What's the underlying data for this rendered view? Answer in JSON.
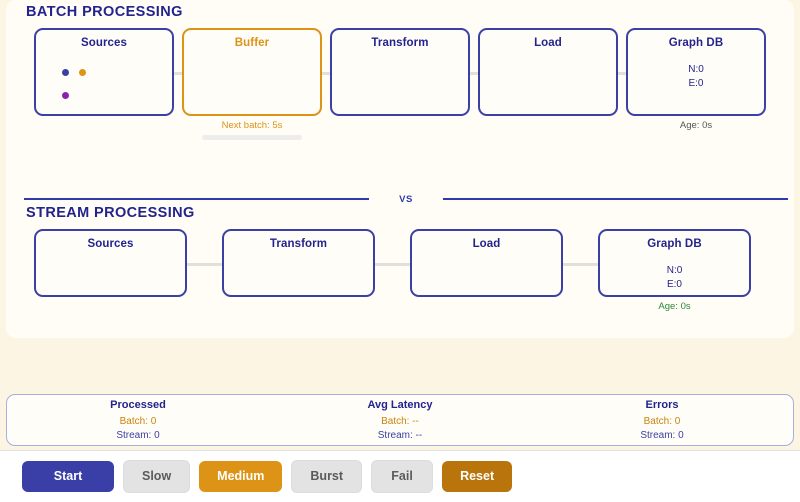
{
  "batch": {
    "title": "BATCH PROCESSING",
    "nodes": [
      {
        "label": "Sources",
        "kind": "sources",
        "highlight": false,
        "dots": [
          {
            "name": "source-dot-blue",
            "color": "#3b40a4"
          },
          {
            "name": "source-dot-orange",
            "color": "#dc9316"
          },
          {
            "name": "source-dot-purple",
            "color": "#8d1fb0"
          }
        ]
      },
      {
        "label": "Buffer",
        "kind": "buffer",
        "highlight": true,
        "sub": "Next batch: 5s",
        "sub_color": "orange",
        "progress": 0
      },
      {
        "label": "Transform",
        "kind": "plain",
        "highlight": false
      },
      {
        "label": "Load",
        "kind": "plain",
        "highlight": false
      },
      {
        "label": "Graph DB",
        "kind": "db",
        "highlight": false,
        "nodes_stat": "N:0",
        "edges_stat": "E:0",
        "sub": "Age: 0s",
        "sub_color": "grey"
      }
    ]
  },
  "divider": {
    "label": "VS"
  },
  "stream": {
    "title": "STREAM PROCESSING",
    "nodes": [
      {
        "label": "Sources",
        "kind": "plain",
        "highlight": false
      },
      {
        "label": "Transform",
        "kind": "plain",
        "highlight": false
      },
      {
        "label": "Load",
        "kind": "plain",
        "highlight": false
      },
      {
        "label": "Graph DB",
        "kind": "db",
        "highlight": false,
        "nodes_stat": "N:0",
        "edges_stat": "E:0",
        "sub": "Age: 0s",
        "sub_color": "green"
      }
    ]
  },
  "stats": [
    {
      "title": "Processed",
      "batch": "Batch: 0",
      "stream": "Stream: 0"
    },
    {
      "title": "Avg Latency",
      "batch": "Batch: --",
      "stream": "Stream: --"
    },
    {
      "title": "Errors",
      "batch": "Batch: 0",
      "stream": "Stream: 0"
    }
  ],
  "controls": [
    {
      "label": "Start",
      "style": "primary"
    },
    {
      "label": "Slow",
      "style": "muted"
    },
    {
      "label": "Medium",
      "style": "active"
    },
    {
      "label": "Burst",
      "style": "muted"
    },
    {
      "label": "Fail",
      "style": "muted"
    },
    {
      "label": "Reset",
      "style": "reset"
    }
  ],
  "colors": {
    "page_bg": "#fdf5e4",
    "card_bg": "#fffdf6",
    "navy": "#23238e",
    "accent_blue": "#3b40a4",
    "accent_orange": "#dc9316",
    "reset_orange": "#b9740c",
    "green": "#2a8a3e",
    "connector": "#e2e0dd"
  }
}
